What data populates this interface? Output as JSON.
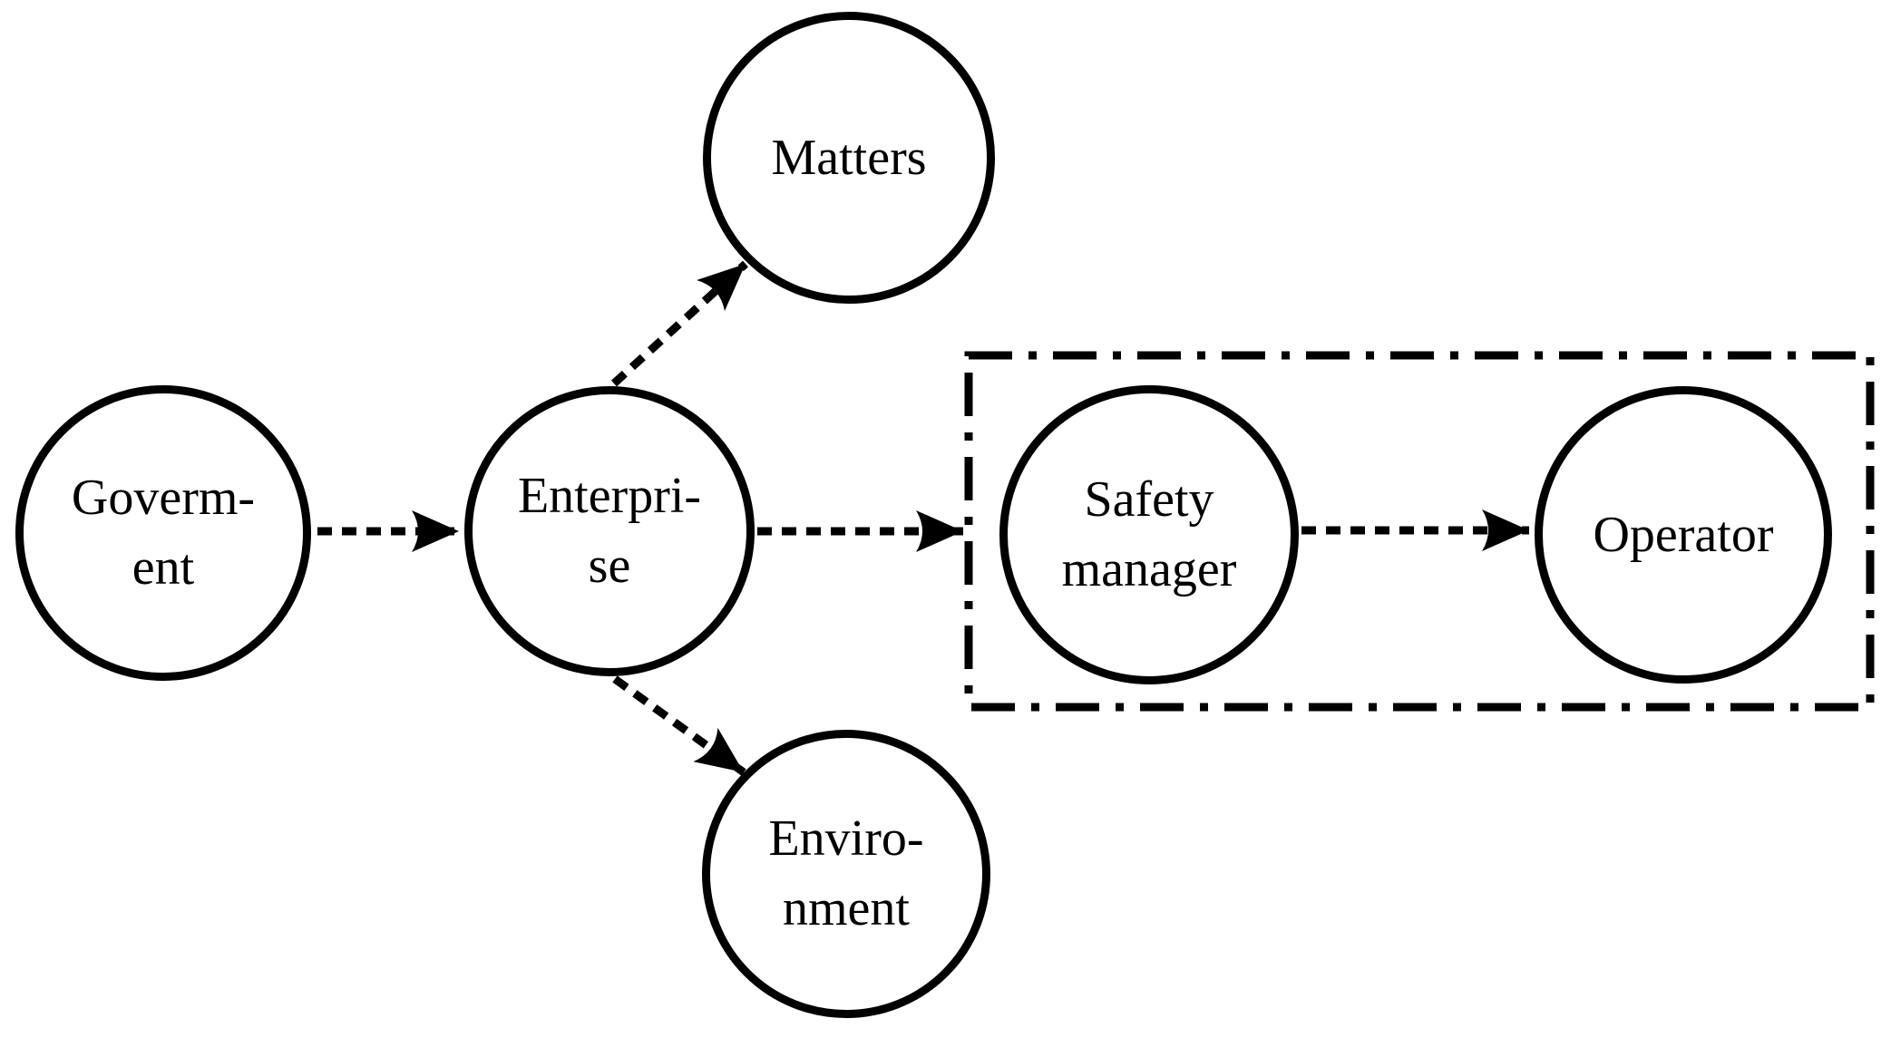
{
  "colors": {
    "line": "#000000",
    "text": "#000000",
    "background": "#ffffff"
  },
  "nodes": {
    "government": {
      "lines": [
        "Goverm-",
        "ent"
      ]
    },
    "enterprise": {
      "lines": [
        "Enterpri-",
        "se"
      ]
    },
    "matters": {
      "lines": [
        "Matters"
      ]
    },
    "environment": {
      "lines": [
        "Enviro-",
        "nment"
      ]
    },
    "safety_manager": {
      "lines": [
        "Safety",
        "manager"
      ]
    },
    "operator": {
      "lines": [
        "Operator"
      ]
    }
  },
  "edges": [
    {
      "from": "government",
      "to": "enterprise",
      "style": "dashed-arrow"
    },
    {
      "from": "enterprise",
      "to": "matters",
      "style": "dashed-arrow"
    },
    {
      "from": "enterprise",
      "to": "environment",
      "style": "dashed-arrow"
    },
    {
      "from": "enterprise",
      "to": "safety_manager",
      "style": "dashed-arrow"
    },
    {
      "from": "safety_manager",
      "to": "operator",
      "style": "dashed-arrow"
    }
  ],
  "group": {
    "members": [
      "safety_manager",
      "operator"
    ],
    "border_style": "dash-dot-rectangle"
  }
}
